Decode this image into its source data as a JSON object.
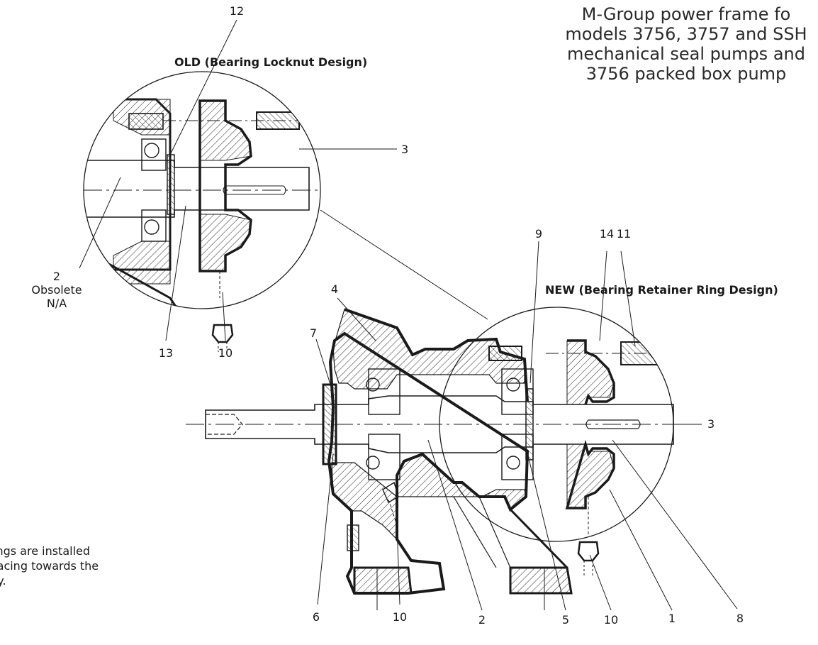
{
  "heading": {
    "lines": [
      "M-Group power frame fo",
      "models 3756, 3757 and SSH",
      "mechanical seal pumps and",
      "3756 packed box pump"
    ]
  },
  "views": {
    "old_title": "OLD (Bearing Locknut Design)",
    "new_title": "NEW (Bearing Retainer Ring Design)"
  },
  "obsolete_note": {
    "number": "2",
    "line1": "Obsolete",
    "line2": "N/A"
  },
  "footnote": {
    "lines": [
      "ings are installed",
      "facing towards the",
      "ty."
    ]
  },
  "callouts": {
    "c12": "12",
    "c3_old": "3",
    "c13": "13",
    "c10_old": "10",
    "c9": "9",
    "c14": "14",
    "c11": "11",
    "c4": "4",
    "c7": "7",
    "c3_new": "3",
    "c6": "6",
    "c10_a": "10",
    "c2": "2",
    "c5": "5",
    "c10_b": "10",
    "c1": "1",
    "c8": "8"
  },
  "colors": {
    "line": "#1a1a1a",
    "hatch": "#333333",
    "paper": "#ffffff"
  }
}
